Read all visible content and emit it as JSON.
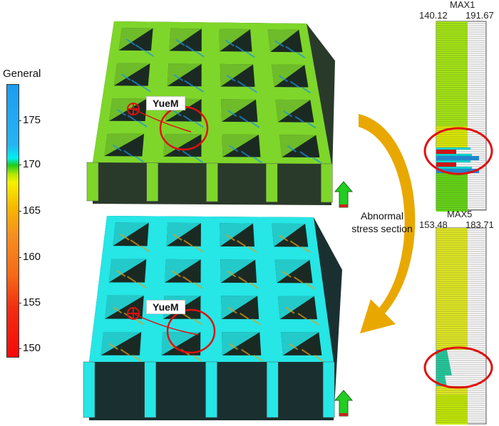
{
  "colorbar": {
    "title": "General",
    "ticks": [
      "175",
      "170",
      "165",
      "160",
      "155",
      "150"
    ],
    "range": [
      149,
      179
    ]
  },
  "models": [
    {
      "name": "top-model",
      "label": "YueM",
      "base_color": "#7ed62a"
    },
    {
      "name": "bottom-model",
      "label": "YueM",
      "base_color": "#26e6e6"
    }
  ],
  "logs": [
    {
      "title": "MAX1",
      "min": "140.12",
      "max": "191.67"
    },
    {
      "title": "MAX5",
      "min": "153.48",
      "max": "183.71"
    }
  ],
  "annotation": {
    "line1": "Abnormal",
    "line2": "stress section"
  },
  "colors": {
    "highlight": "#e01010",
    "arrow": "#e8a800",
    "up_arrow": "#22cc22"
  }
}
